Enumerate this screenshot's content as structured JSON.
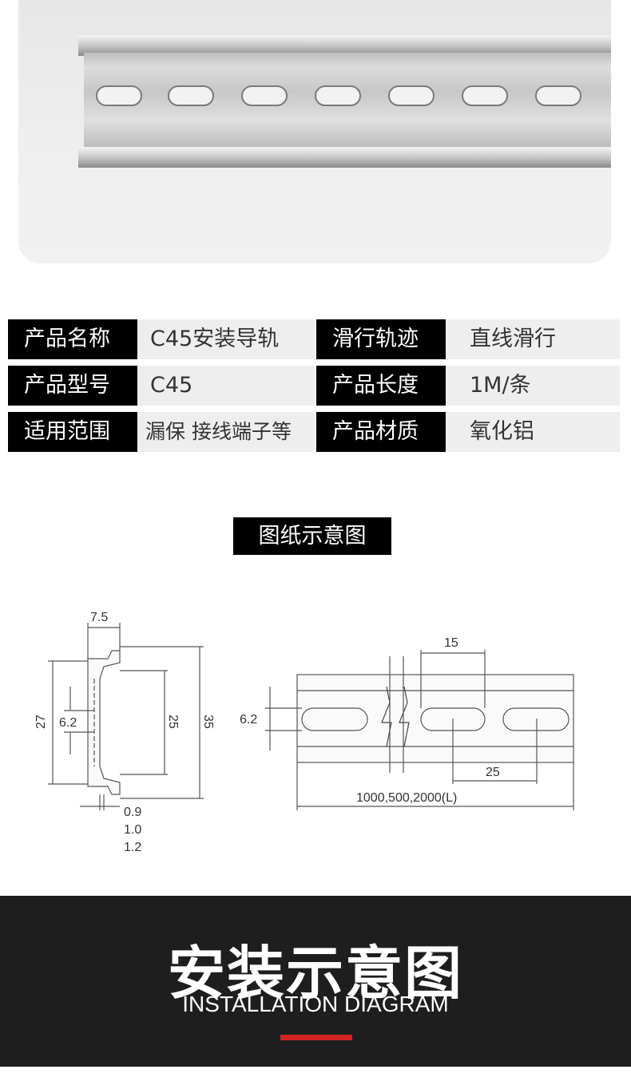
{
  "specs": {
    "rows": [
      {
        "l1": "产品名称",
        "v1": "C45安装导轨",
        "l2": "滑行轨迹",
        "v2": "直线滑行"
      },
      {
        "l1": "产品型号",
        "v1": "C45",
        "l2": "产品长度",
        "v2": "1M/条"
      },
      {
        "l1": "适用范围",
        "v1": "漏保 接线端子等",
        "l2": "产品材质",
        "v2": "氧化铝"
      }
    ]
  },
  "drawing": {
    "title": "图纸示意图",
    "profile_dims": {
      "top_width": "7.5",
      "height_outer": "27",
      "hole": "6.2",
      "inner": "25",
      "total": "35",
      "thickness": [
        "0.9",
        "1.0",
        "1.2"
      ]
    },
    "rail_dims": {
      "slot_len": "15",
      "slot_height": "6.2",
      "pitch": "25",
      "lengths": "1000,500,2000(L)"
    }
  },
  "install": {
    "title": "安装示意图",
    "subtitle": "INSTALLATION DIAGRAM"
  },
  "colors": {
    "accent": "#d32222",
    "banner": "#1e1e1e",
    "label_bg": "#000000",
    "value_bg": "#eeeeee"
  }
}
